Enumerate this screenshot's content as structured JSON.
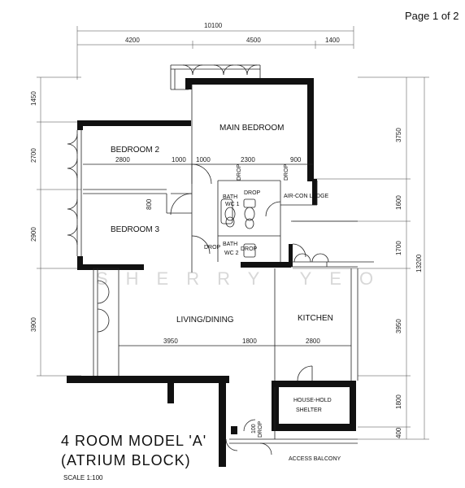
{
  "page_indicator": "Page 1 of 2",
  "watermark": "SHERRY YEO",
  "title": {
    "line1": "4 ROOM MODEL 'A'",
    "line2": "(ATRIUM BLOCK)",
    "scale": "SCALE 1:100"
  },
  "dimensions": {
    "top_total": "10100",
    "top_a": "4200",
    "top_b": "4500",
    "top_c": "1400",
    "left_1": "1450",
    "left_2": "2700",
    "left_3": "2900",
    "left_4": "3900",
    "right_1": "3750",
    "right_2": "1600",
    "right_3": "1700",
    "right_4": "3950",
    "right_5": "1800",
    "right_6": "400",
    "right_total": "13200",
    "inner_2800_bed": "2800",
    "inner_1000_a": "1000",
    "inner_1000_b": "1000",
    "inner_2300": "2300",
    "inner_900": "900",
    "inner_800": "800",
    "inner_3950": "3950",
    "inner_1800": "1800",
    "inner_2800_kitchen": "2800"
  },
  "rooms": {
    "main_bedroom": "MAIN BEDROOM",
    "bedroom2": "BEDROOM 2",
    "bedroom3": "BEDROOM 3",
    "bath1_a": "BATH",
    "bath1_b": "WC 1",
    "bath2_a": "BATH",
    "bath2_b": "WC 2",
    "aircon": "AIR-CON LEDGE",
    "living": "LIVING/DINING",
    "kitchen": "KITCHEN",
    "shelter_a": "HOUSE-HOLD",
    "shelter_b": "SHELTER",
    "access": "ACCESS BALCONY"
  },
  "labels": {
    "drop1": "DROP",
    "drop2": "DROP",
    "drop3": "DROP",
    "drop4": "DROP",
    "drop5": "DROP",
    "drop100": "100",
    "drop100b": "DROP"
  }
}
